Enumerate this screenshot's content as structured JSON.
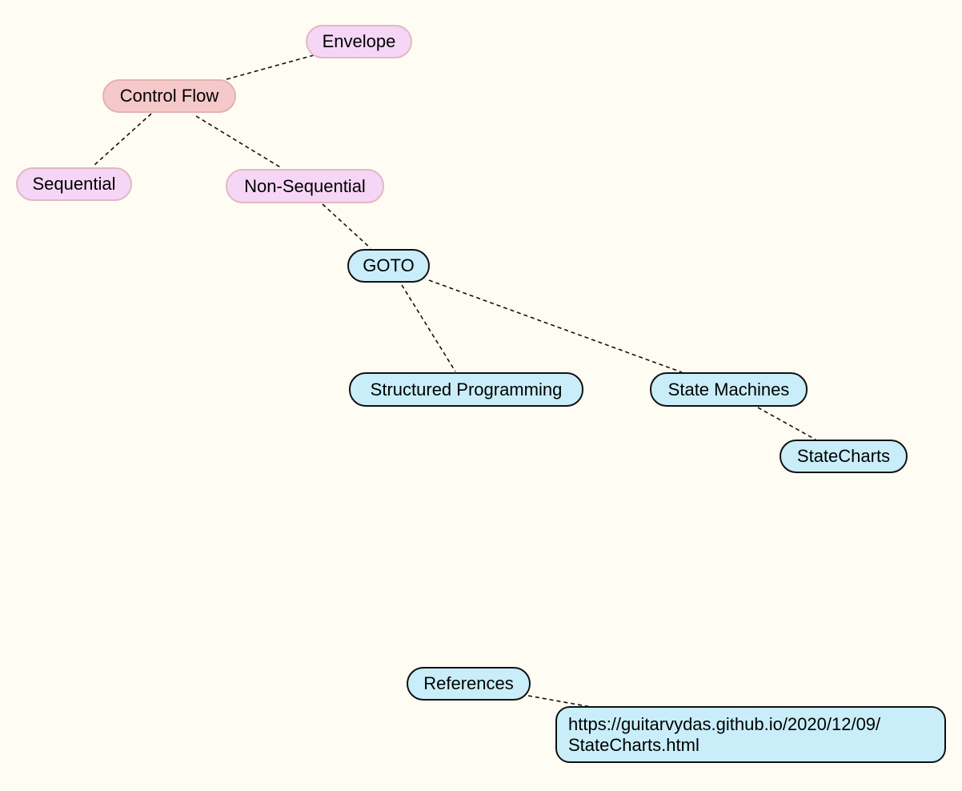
{
  "diagram": {
    "background": "#fffcf4",
    "nodes": [
      {
        "id": "envelope",
        "label": "Envelope",
        "color": "pink"
      },
      {
        "id": "control-flow",
        "label": "Control Flow",
        "color": "rose"
      },
      {
        "id": "sequential",
        "label": "Sequential",
        "color": "pink"
      },
      {
        "id": "non-sequential",
        "label": "Non-Sequential",
        "color": "pink"
      },
      {
        "id": "goto",
        "label": "GOTO",
        "color": "blue"
      },
      {
        "id": "structured-programming",
        "label": "Structured Programming",
        "color": "blue"
      },
      {
        "id": "state-machines",
        "label": "State Machines",
        "color": "blue"
      },
      {
        "id": "statecharts",
        "label": "StateCharts",
        "color": "blue"
      },
      {
        "id": "references",
        "label": "References",
        "color": "blue"
      },
      {
        "id": "reference-link",
        "label_line1": "https://guitarvydas.github.io/2020/12/09/",
        "label_line2": "StateCharts.html",
        "color": "blue"
      }
    ],
    "edges": [
      {
        "from": "control-flow",
        "to": "envelope",
        "style": "dashed"
      },
      {
        "from": "control-flow",
        "to": "sequential",
        "style": "dashed"
      },
      {
        "from": "control-flow",
        "to": "non-sequential",
        "style": "dashed"
      },
      {
        "from": "non-sequential",
        "to": "goto",
        "style": "dashed"
      },
      {
        "from": "goto",
        "to": "structured-programming",
        "style": "dashed"
      },
      {
        "from": "goto",
        "to": "state-machines",
        "style": "dashed"
      },
      {
        "from": "state-machines",
        "to": "statecharts",
        "style": "dashed"
      },
      {
        "from": "references",
        "to": "reference-link",
        "style": "dashed"
      }
    ],
    "colors": {
      "pink_fill": "#f6d6f6",
      "rose_fill": "#f5c9c9",
      "blue_fill": "#c9eef9",
      "edge": "#111111"
    }
  }
}
